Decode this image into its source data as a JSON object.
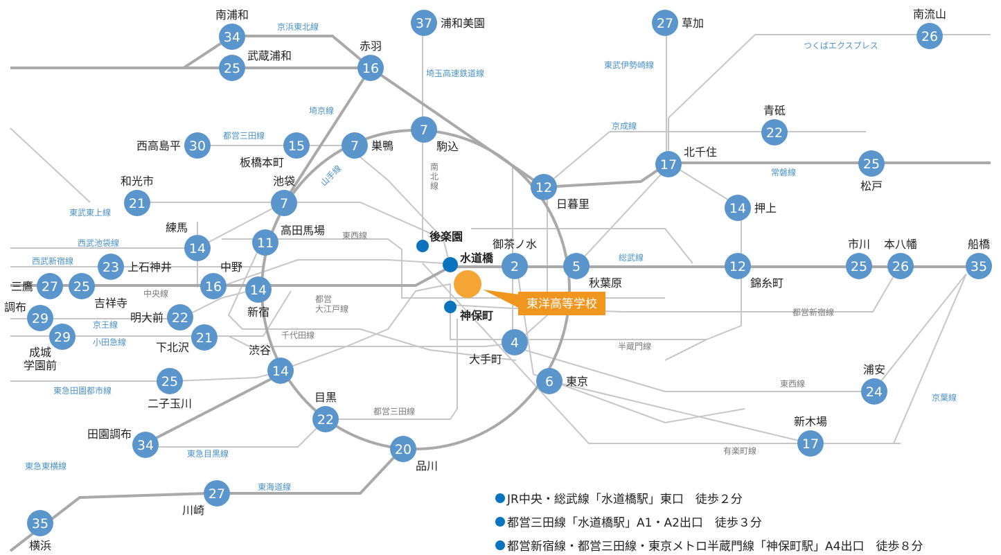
{
  "colors": {
    "station": "#5a95cc",
    "near_station": "#0a74bf",
    "school": "#f4a534",
    "school_label_bg": "#f0961e",
    "major_line": "#a9a9a9",
    "minor_line": "#c6c6c6",
    "line_label": "#4a92c8"
  },
  "stations": [
    {
      "id": "minami-urawa",
      "name": "南浦和",
      "minutes": "34"
    },
    {
      "id": "musashi-urawa",
      "name": "武蔵浦和",
      "minutes": "25"
    },
    {
      "id": "akabane",
      "name": "赤羽",
      "minutes": "16"
    },
    {
      "id": "urawa-misono",
      "name": "浦和美園",
      "minutes": "37"
    },
    {
      "id": "soka",
      "name": "草加",
      "minutes": "27"
    },
    {
      "id": "minami-nagareyama",
      "name": "南流山",
      "minutes": "26"
    },
    {
      "id": "aoto",
      "name": "青砥",
      "minutes": "22"
    },
    {
      "id": "nishitakashimadaira",
      "name": "西高島平",
      "minutes": "30"
    },
    {
      "id": "itabashi-honcho",
      "name": "板橋本町",
      "minutes": "15"
    },
    {
      "id": "sugamo",
      "name": "巣鴨",
      "minutes": "7"
    },
    {
      "id": "komagome",
      "name": "駒込",
      "minutes": "7"
    },
    {
      "id": "kitasenju",
      "name": "北千住",
      "minutes": "17"
    },
    {
      "id": "matsudo",
      "name": "松戸",
      "minutes": "25"
    },
    {
      "id": "wakoshi",
      "name": "和光市",
      "minutes": "21"
    },
    {
      "id": "ikebukuro",
      "name": "池袋",
      "minutes": "7"
    },
    {
      "id": "nippori",
      "name": "日暮里",
      "minutes": "12"
    },
    {
      "id": "oshiage",
      "name": "押上",
      "minutes": "14"
    },
    {
      "id": "nerima",
      "name": "練馬",
      "minutes": "14"
    },
    {
      "id": "takadanobaba",
      "name": "高田馬場",
      "minutes": "11"
    },
    {
      "id": "kami-shakujii",
      "name": "上石神井",
      "minutes": "23"
    },
    {
      "id": "ochanomizu",
      "name": "御茶ノ水",
      "minutes": "2"
    },
    {
      "id": "akihabara",
      "name": "秋葉原",
      "minutes": "5"
    },
    {
      "id": "kinshicho",
      "name": "錦糸町",
      "minutes": "12"
    },
    {
      "id": "ichikawa",
      "name": "市川",
      "minutes": "25"
    },
    {
      "id": "motoyawata",
      "name": "本八幡",
      "minutes": "26"
    },
    {
      "id": "funabashi",
      "name": "船橋",
      "minutes": "35"
    },
    {
      "id": "mitaka",
      "name": "三鷹",
      "minutes": "27"
    },
    {
      "id": "kichijoji",
      "name": "吉祥寺",
      "minutes": "25"
    },
    {
      "id": "nakano",
      "name": "中野",
      "minutes": "16"
    },
    {
      "id": "shinjuku",
      "name": "新宿",
      "minutes": "14"
    },
    {
      "id": "chofu",
      "name": "調布",
      "minutes": "29"
    },
    {
      "id": "meidaimae",
      "name": "明大前",
      "minutes": "22"
    },
    {
      "id": "seijogakuenmae",
      "name": "成城\n学園前",
      "minutes": "29"
    },
    {
      "id": "shimokitazawa",
      "name": "下北沢",
      "minutes": "21"
    },
    {
      "id": "otemachi",
      "name": "大手町",
      "minutes": "4"
    },
    {
      "id": "tokyo",
      "name": "東京",
      "minutes": "6"
    },
    {
      "id": "shibuya",
      "name": "渋谷",
      "minutes": "14"
    },
    {
      "id": "futakotamagawa",
      "name": "二子玉川",
      "minutes": "25"
    },
    {
      "id": "urayasu",
      "name": "浦安",
      "minutes": "24"
    },
    {
      "id": "meguro",
      "name": "目黒",
      "minutes": "22"
    },
    {
      "id": "shinkiba",
      "name": "新木場",
      "minutes": "17"
    },
    {
      "id": "den-en-chofu",
      "name": "田園調布",
      "minutes": "34"
    },
    {
      "id": "shinagawa",
      "name": "品川",
      "minutes": "20"
    },
    {
      "id": "kawasaki",
      "name": "川崎",
      "minutes": "27"
    },
    {
      "id": "yokohama",
      "name": "横浜",
      "minutes": "35"
    }
  ],
  "near_stations": {
    "korakuen": "後楽園",
    "suidobashi": "水道橋",
    "jimbocho": "神保町"
  },
  "school": {
    "name": "東洋高等学校"
  },
  "line_labels": {
    "keihin_tohoku": "京浜東北線",
    "saitama_kosoku": "埼玉高速鉄道線",
    "tobu_isesaki": "東武伊勢崎線",
    "tsukuba_express": "つくばエクスプレス",
    "saikyo": "埼京線",
    "toei_mita_north": "都営三田線",
    "keisei": "京成線",
    "yamanote": "山手線",
    "nanboku": "南\n北\n線",
    "joban": "常磐線",
    "tobu_tojo": "東武東上線",
    "seibu_ikebukuro": "西武池袋線",
    "tozai_west": "東西線",
    "seibu_shinjuku": "西武新宿線",
    "sobu": "総武線",
    "chuo": "中央線",
    "toei_oedo": "都営\n大江戸線",
    "keio": "京王線",
    "toei_shinjuku": "都営新宿線",
    "odakyu": "小田急線",
    "chiyoda": "千代田線",
    "hanzomon": "半蔵門線",
    "tokyu_denentoshi": "東急田園都市線",
    "tozai_east": "東西線",
    "keiyo": "京葉線",
    "toei_mita_south": "都営三田線",
    "tokyu_meguro": "東急目黒線",
    "yurakucho": "有楽町線",
    "tokyu_toyoko": "東急東横線",
    "tokaido": "東海道線"
  },
  "access": [
    "JR中央・総武線「水道橋駅」東口　徒歩２分",
    "都営三田線「水道橋駅」A1・A2出口　徒歩３分",
    "都営新宿線・都営三田線・東京メトロ半蔵門線「神保町駅」A4出口　徒歩８分"
  ]
}
